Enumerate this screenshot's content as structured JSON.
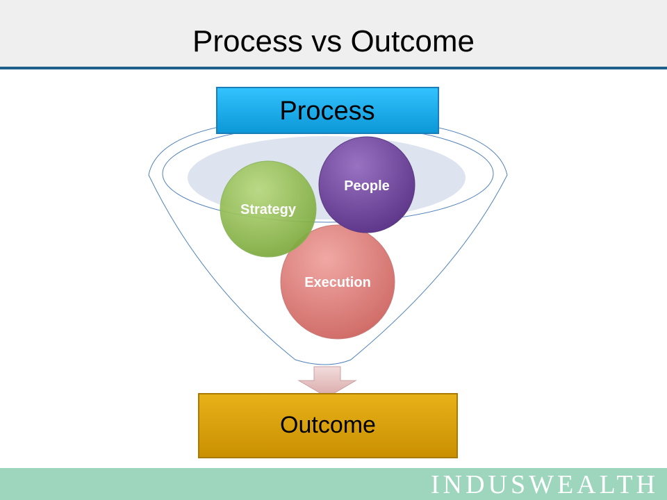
{
  "slide": {
    "title": "Process vs Outcome",
    "brand": "INDUSWEALTH"
  },
  "diagram": {
    "top_box": {
      "label": "Process",
      "color": "#14aef2"
    },
    "bottom_box": {
      "label": "Outcome",
      "color": "#d9a000"
    },
    "circles": [
      {
        "id": "strategy",
        "label": "Strategy",
        "color": "#8fbf4a"
      },
      {
        "id": "people",
        "label": "People",
        "color": "#7b4fa5"
      },
      {
        "id": "execution",
        "label": "Execution",
        "color": "#e0807c"
      }
    ],
    "funnel_stroke": "#4f81bd",
    "arrow_color": "#e8c4c4"
  }
}
